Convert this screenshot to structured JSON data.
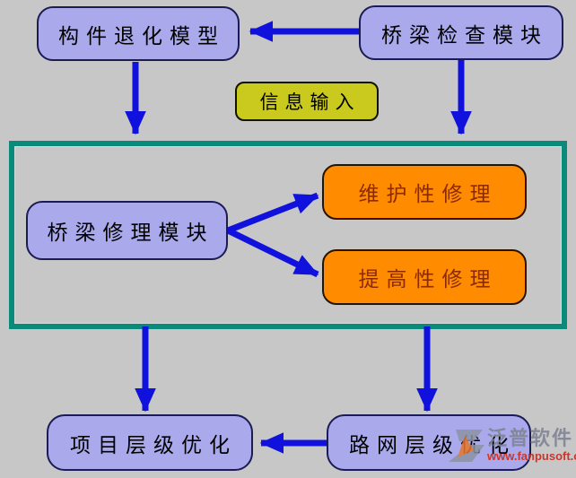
{
  "diagram": {
    "title_hidden": "",
    "nodes": {
      "component_degradation_model": {
        "label": "构件退化模型",
        "fill": "#a9a9ec"
      },
      "bridge_inspection_module": {
        "label": "桥梁检查模块",
        "fill": "#a9a9ec"
      },
      "information_input": {
        "label": "信息输入",
        "fill": "#c9c91e"
      },
      "bridge_repair_module": {
        "label": "桥梁修理模块",
        "fill": "#a9a9ec"
      },
      "maintenance_repair": {
        "label": "维护性修理",
        "fill": "#ff8c00"
      },
      "improvement_repair": {
        "label": "提高性修理",
        "fill": "#ff8c00"
      },
      "project_level_optimization": {
        "label": "项目层级优化",
        "fill": "#a9a9ec"
      },
      "network_level_optimization": {
        "label": "路网层级优化",
        "fill": "#a9a9ec"
      }
    },
    "edges": [
      {
        "from": "bridge_inspection_module",
        "to": "component_degradation_model"
      },
      {
        "from": "component_degradation_model",
        "to": "repair_planning_container"
      },
      {
        "from": "bridge_inspection_module",
        "to": "repair_planning_container"
      },
      {
        "from": "bridge_repair_module",
        "to": "maintenance_repair"
      },
      {
        "from": "bridge_repair_module",
        "to": "improvement_repair"
      },
      {
        "from": "repair_planning_container",
        "to": "project_level_optimization"
      },
      {
        "from": "repair_planning_container",
        "to": "network_level_optimization"
      },
      {
        "from": "network_level_optimization",
        "to": "project_level_optimization"
      }
    ],
    "colors": {
      "background": "#c7c7c7",
      "arrow": "#1111dd",
      "container_border": "#0a8a7a",
      "purple_fill": "#a9a9ec",
      "purple_border": "#1b1b55",
      "yellow_fill": "#c9c91e",
      "orange_fill": "#ff8c00",
      "orange_text": "#8b2a00"
    }
  },
  "watermark": {
    "brand": "泛普软件",
    "url": "www.fanpusoft.com"
  }
}
